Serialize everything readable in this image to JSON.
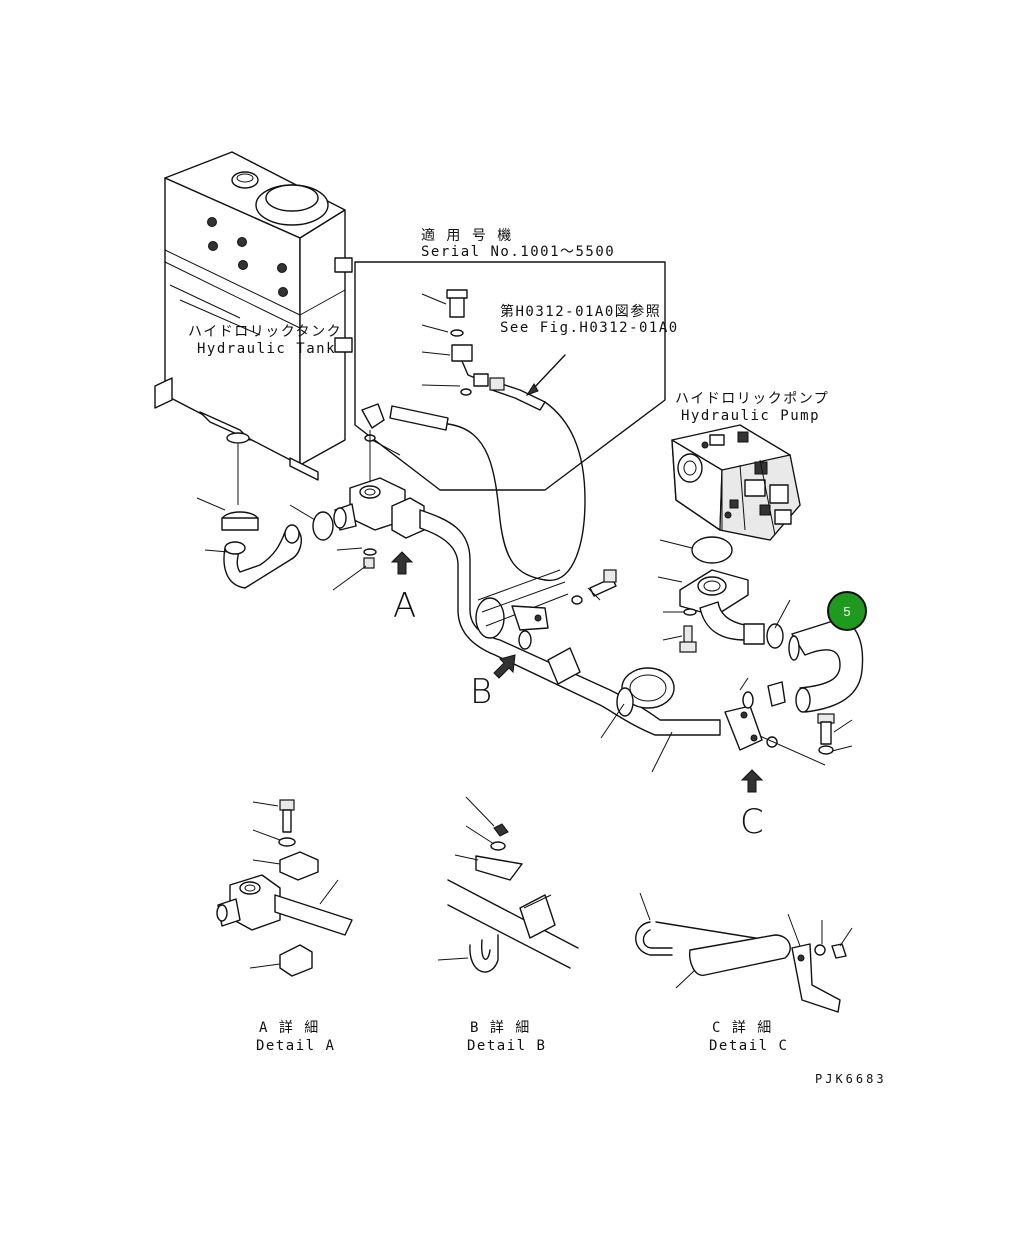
{
  "labels": {
    "serial_jp": "適 用 号 機",
    "serial_en": "Serial No.1001～5500",
    "fig_jp": "第H0312-01A0図参照",
    "fig_en": "See Fig.H0312-01A0",
    "tank_jp": "ハイドロリックタンク",
    "tank_en": "Hydraulic Tank",
    "pump_jp": "ハイドロリックポンプ",
    "pump_en": "Hydraulic Pump",
    "view_a": "A",
    "view_b": "B",
    "view_c": "C",
    "detail_a_jp": "A 詳 細",
    "detail_a_en": "Detail A",
    "detail_b_jp": "B 詳 細",
    "detail_b_en": "Detail B",
    "detail_c_jp": "C 詳 細",
    "detail_c_en": "Detail C",
    "drawing_code": "PJK6683"
  },
  "callout": {
    "number": "5",
    "color": "#1f9a1f"
  }
}
